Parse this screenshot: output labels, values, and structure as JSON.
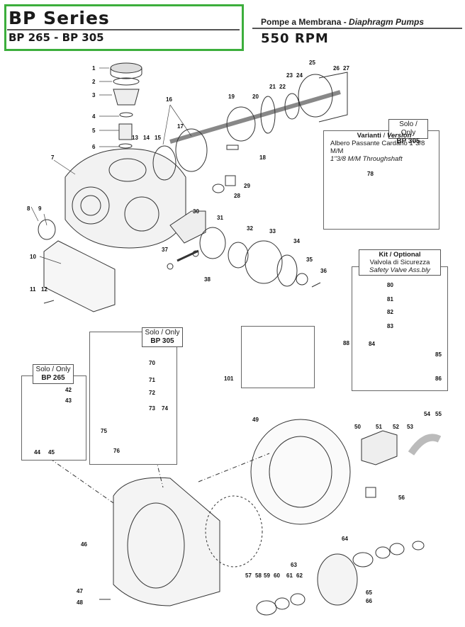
{
  "header": {
    "series": "BP  Series",
    "models": "BP 265 - BP 305",
    "subtitle_it": "Pompe a Membrana - ",
    "subtitle_en": "Diaphragm Pumps",
    "rpm": "550 RPM"
  },
  "boxes": {
    "variant": {
      "tag_top": "Solo / Only",
      "tag_bottom": "BP 305",
      "title_it": "Varianti",
      "title_sep": " / ",
      "title_en": "Version",
      "line1": "Albero Passante Cardano 1\"3/8 M/M",
      "line2": "1\"3/8 M/M Throughshaft"
    },
    "kit": {
      "tag_top": "Kit / Optional",
      "line1": "Valvola di Sicurezza",
      "line2": "Safety Valve Ass.bly"
    },
    "only305": {
      "tag_top": "Solo / Only",
      "tag_bottom": "BP 305"
    },
    "only265": {
      "tag_top": "Solo / Only",
      "tag_bottom": "BP 265"
    }
  },
  "part_numbers": [
    "1",
    "2",
    "3",
    "4",
    "5",
    "6",
    "7",
    "8",
    "9",
    "10",
    "11",
    "12",
    "13",
    "14",
    "15",
    "16",
    "17",
    "18",
    "19",
    "20",
    "21",
    "22",
    "23",
    "24",
    "25",
    "26",
    "27",
    "28",
    "29",
    "30",
    "31",
    "32",
    "33",
    "34",
    "35",
    "36",
    "37",
    "38",
    "42",
    "43",
    "44",
    "45",
    "46",
    "47",
    "48",
    "49",
    "50",
    "51",
    "52",
    "53",
    "54",
    "55",
    "56",
    "57",
    "58",
    "59",
    "60",
    "61",
    "62",
    "63",
    "64",
    "65",
    "66",
    "70",
    "71",
    "72",
    "73",
    "74",
    "75",
    "76",
    "78",
    "80",
    "81",
    "82",
    "83",
    "84",
    "85",
    "86",
    "88",
    "101"
  ]
}
